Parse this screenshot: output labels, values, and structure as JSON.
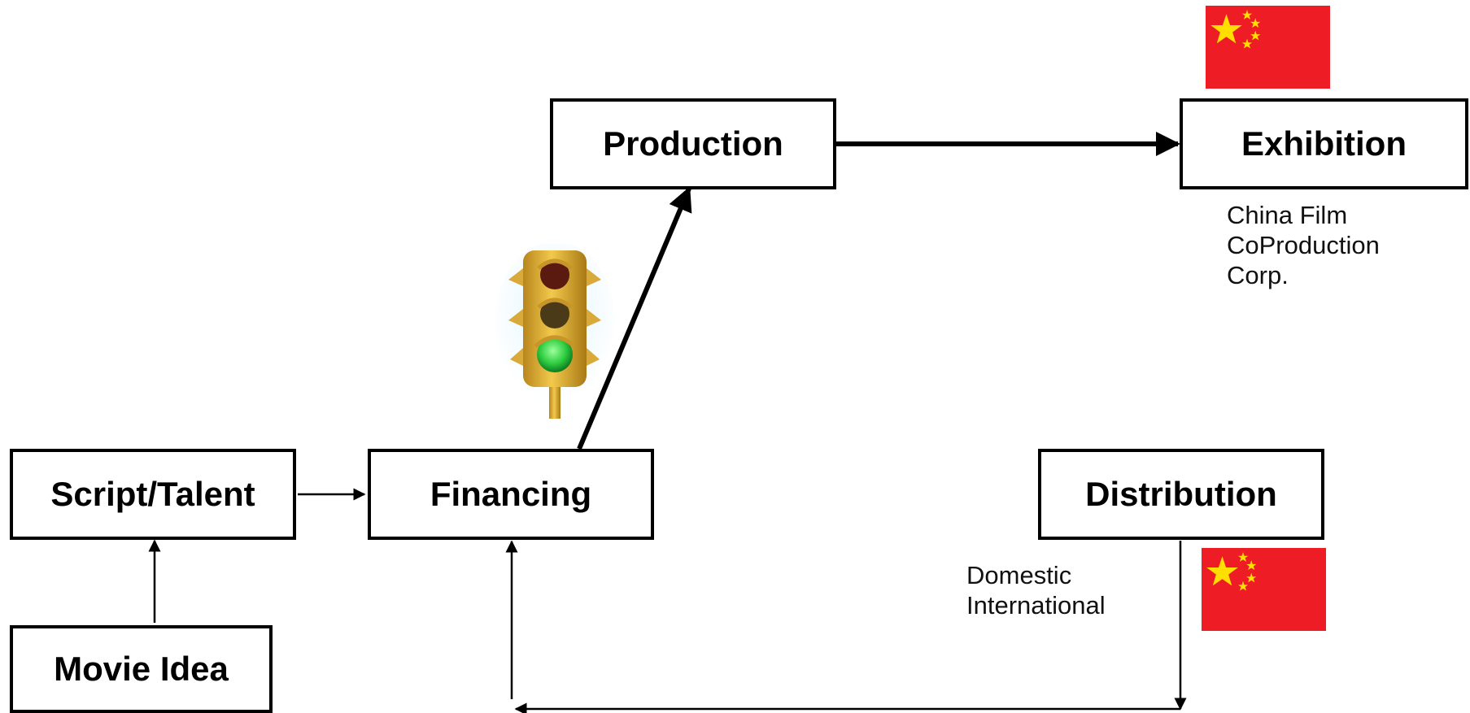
{
  "diagram": {
    "nodes": {
      "movie_idea": "Movie Idea",
      "script_talent": "Script/Talent",
      "financing": "Financing",
      "production": "Production",
      "exhibition": "Exhibition",
      "distribution": "Distribution"
    },
    "exhibition_note": [
      "China Film",
      "CoProduction",
      "Corp."
    ],
    "distribution_note": [
      "Domestic",
      "International"
    ],
    "icons": {
      "traffic_light": "traffic-light-green-icon",
      "flag_exhibition": "china-flag-icon",
      "flag_distribution": "china-flag-icon"
    },
    "colors": {
      "flag_red": "#EE1C25",
      "flag_star": "#FFDE00",
      "traffic_light_body": "#E0B030",
      "green_light": "#2ECC40"
    }
  }
}
